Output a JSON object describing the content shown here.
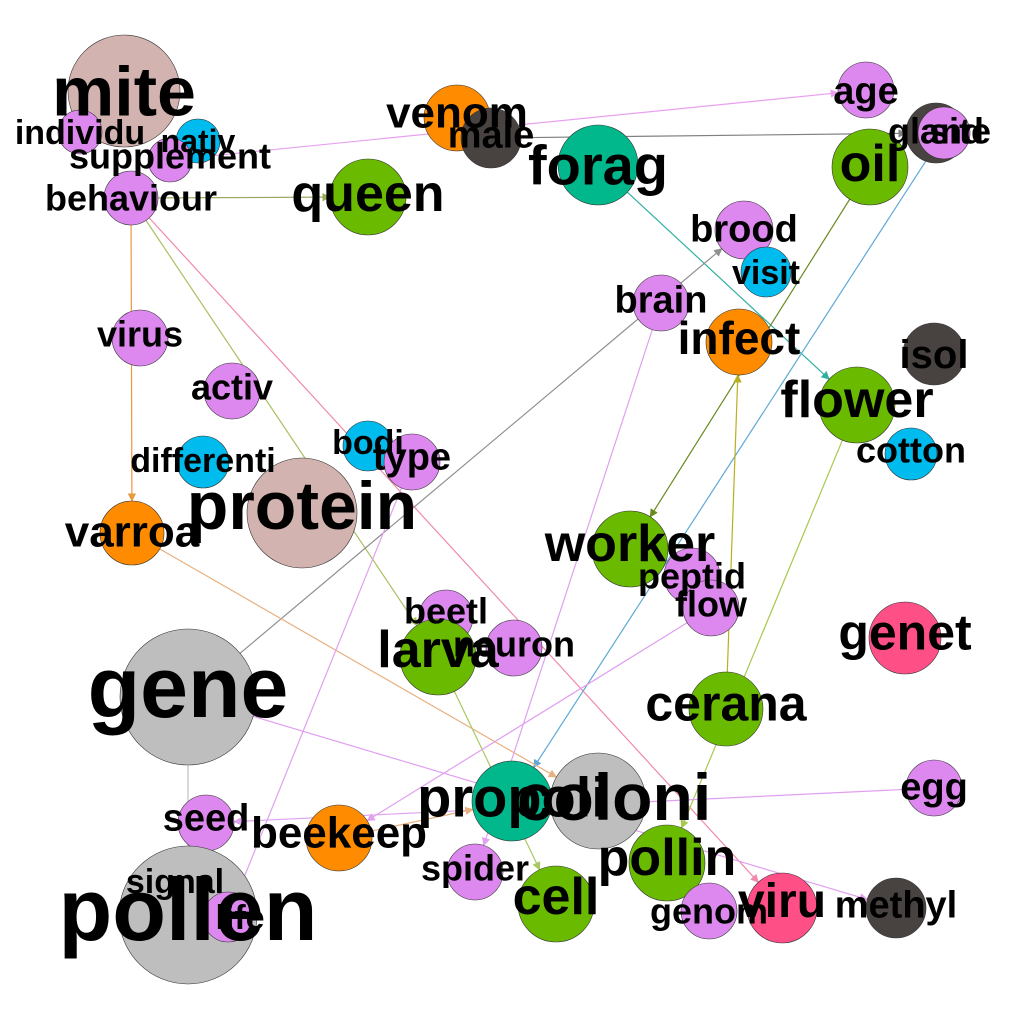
{
  "colors": {
    "purple": "#dd88ee",
    "green": "#6abb00",
    "teal": "#00b88b",
    "orange": "#ff8c00",
    "blue": "#00bbee",
    "gray": "#bebebe",
    "mauve": "#d3b3af",
    "dark": "#484340",
    "pink": "#ff4f87"
  },
  "nodes": [
    {
      "id": "mite",
      "label": "mite",
      "color": "mauve"
    },
    {
      "id": "individu",
      "label": "individu",
      "color": "purple"
    },
    {
      "id": "nativ",
      "label": "nativ",
      "color": "blue"
    },
    {
      "id": "supplement",
      "label": "supplement",
      "color": "purple"
    },
    {
      "id": "behaviour",
      "label": "behaviour",
      "color": "purple"
    },
    {
      "id": "venom",
      "label": "venom",
      "color": "orange"
    },
    {
      "id": "male",
      "label": "male",
      "color": "dark"
    },
    {
      "id": "forag",
      "label": "forag",
      "color": "teal"
    },
    {
      "id": "queen",
      "label": "queen",
      "color": "green"
    },
    {
      "id": "age",
      "label": "age",
      "color": "purple"
    },
    {
      "id": "gland",
      "label": "gland",
      "color": "dark"
    },
    {
      "id": "site",
      "label": "site",
      "color": "purple"
    },
    {
      "id": "oil",
      "label": "oil",
      "color": "green"
    },
    {
      "id": "brood",
      "label": "brood",
      "color": "purple"
    },
    {
      "id": "visit",
      "label": "visit",
      "color": "blue"
    },
    {
      "id": "brain",
      "label": "brain",
      "color": "purple"
    },
    {
      "id": "infect",
      "label": "infect",
      "color": "orange"
    },
    {
      "id": "isol",
      "label": "isol",
      "color": "dark"
    },
    {
      "id": "virus",
      "label": "virus",
      "color": "purple"
    },
    {
      "id": "activ",
      "label": "activ",
      "color": "purple"
    },
    {
      "id": "flower",
      "label": "flower",
      "color": "green"
    },
    {
      "id": "cotton",
      "label": "cotton",
      "color": "blue"
    },
    {
      "id": "bodi",
      "label": "bodi",
      "color": "blue"
    },
    {
      "id": "type",
      "label": "type",
      "color": "purple"
    },
    {
      "id": "differenti",
      "label": "differenti",
      "color": "blue"
    },
    {
      "id": "protein",
      "label": "protein",
      "color": "mauve"
    },
    {
      "id": "varroa",
      "label": "varroa",
      "color": "orange"
    },
    {
      "id": "worker",
      "label": "worker",
      "color": "green"
    },
    {
      "id": "peptid",
      "label": "peptid",
      "color": "purple"
    },
    {
      "id": "flow",
      "label": "flow",
      "color": "purple"
    },
    {
      "id": "beetl",
      "label": "beetl",
      "color": "purple"
    },
    {
      "id": "larva",
      "label": "larva",
      "color": "green"
    },
    {
      "id": "neuron",
      "label": "neuron",
      "color": "purple"
    },
    {
      "id": "genet",
      "label": "genet",
      "color": "pink"
    },
    {
      "id": "gene",
      "label": "gene",
      "color": "gray"
    },
    {
      "id": "cerana",
      "label": "cerana",
      "color": "green"
    },
    {
      "id": "egg",
      "label": "egg",
      "color": "purple"
    },
    {
      "id": "propoli",
      "label": "propoli",
      "color": "teal"
    },
    {
      "id": "coloni",
      "label": "coloni",
      "color": "gray"
    },
    {
      "id": "seed",
      "label": "seed",
      "color": "purple"
    },
    {
      "id": "beekeep",
      "label": "beekeep",
      "color": "orange"
    },
    {
      "id": "pollin",
      "label": "pollin",
      "color": "green"
    },
    {
      "id": "spider",
      "label": "spider",
      "color": "purple"
    },
    {
      "id": "signal",
      "label": "signal",
      "color": "gray"
    },
    {
      "id": "pollen",
      "label": "pollen",
      "color": "gray"
    },
    {
      "id": "life",
      "label": "life",
      "color": "purple"
    },
    {
      "id": "cell",
      "label": "cell",
      "color": "green"
    },
    {
      "id": "genom",
      "label": "genom",
      "color": "purple"
    },
    {
      "id": "viru",
      "label": "viru",
      "color": "pink"
    },
    {
      "id": "methyl",
      "label": "methyl",
      "color": "dark"
    }
  ],
  "edges": [
    {
      "from": "supplement",
      "to": "age",
      "color": "#e9a0f0"
    },
    {
      "from": "male",
      "to": "gland",
      "color": "#808080"
    },
    {
      "from": "behaviour",
      "to": "queen",
      "color": "#9aab60"
    },
    {
      "from": "behaviour",
      "to": "varroa",
      "color": "#e89a40"
    },
    {
      "from": "behaviour",
      "to": "larva",
      "color": "#a8c060"
    },
    {
      "from": "behaviour",
      "to": "viru",
      "color": "#f08aaa"
    },
    {
      "from": "forag",
      "to": "flower",
      "color": "#30b0a0"
    },
    {
      "from": "oil",
      "to": "worker",
      "color": "#6a8a20"
    },
    {
      "from": "site",
      "to": "propoli",
      "color": "#60a8d8"
    },
    {
      "from": "cerana",
      "to": "infect",
      "color": "#b8b020"
    },
    {
      "from": "flower",
      "to": "pollin",
      "color": "#a8c850"
    },
    {
      "from": "gene",
      "to": "brood",
      "color": "#909090"
    },
    {
      "from": "varroa",
      "to": "coloni",
      "color": "#e8b080"
    },
    {
      "from": "larva",
      "to": "cell",
      "color": "#a8c860"
    },
    {
      "from": "brain",
      "to": "spider",
      "color": "#e0a0f0"
    },
    {
      "from": "type",
      "to": "life",
      "color": "#e0a0f0"
    },
    {
      "from": "flow",
      "to": "beekeep",
      "color": "#e0a0f0"
    },
    {
      "from": "egg",
      "to": "seed",
      "color": "#e0a0f0"
    },
    {
      "from": "gene",
      "to": "methyl",
      "color": "#e0a0f0"
    },
    {
      "from": "gene",
      "to": "pollen",
      "color": "#c0c0c0"
    },
    {
      "from": "beekeep",
      "to": "propoli",
      "color": "#e8b080"
    }
  ]
}
